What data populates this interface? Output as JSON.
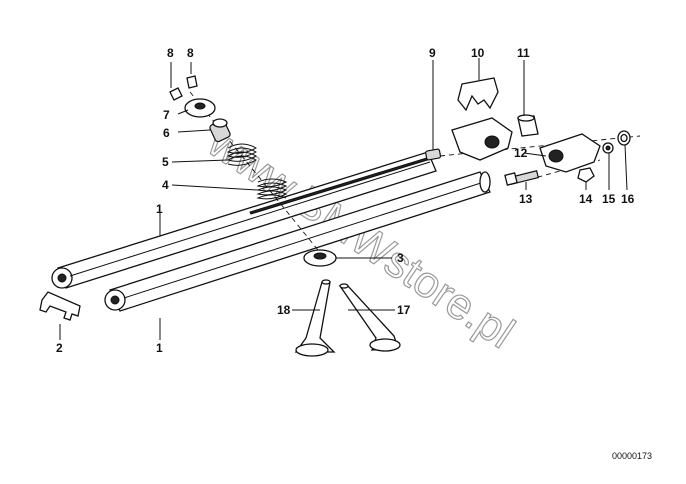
{
  "callouts": {
    "c1a": "1",
    "c1b": "1",
    "c2": "2",
    "c3": "3",
    "c4": "4",
    "c5": "5",
    "c6": "6",
    "c7": "7",
    "c8a": "8",
    "c8b": "8",
    "c9": "9",
    "c10": "10",
    "c11": "11",
    "c12": "12",
    "c13": "13",
    "c14": "14",
    "c15": "15",
    "c16": "16",
    "c17": "17",
    "c18": "18"
  },
  "diagram_code": "00000173",
  "watermark": "www.BMWstore.pl"
}
